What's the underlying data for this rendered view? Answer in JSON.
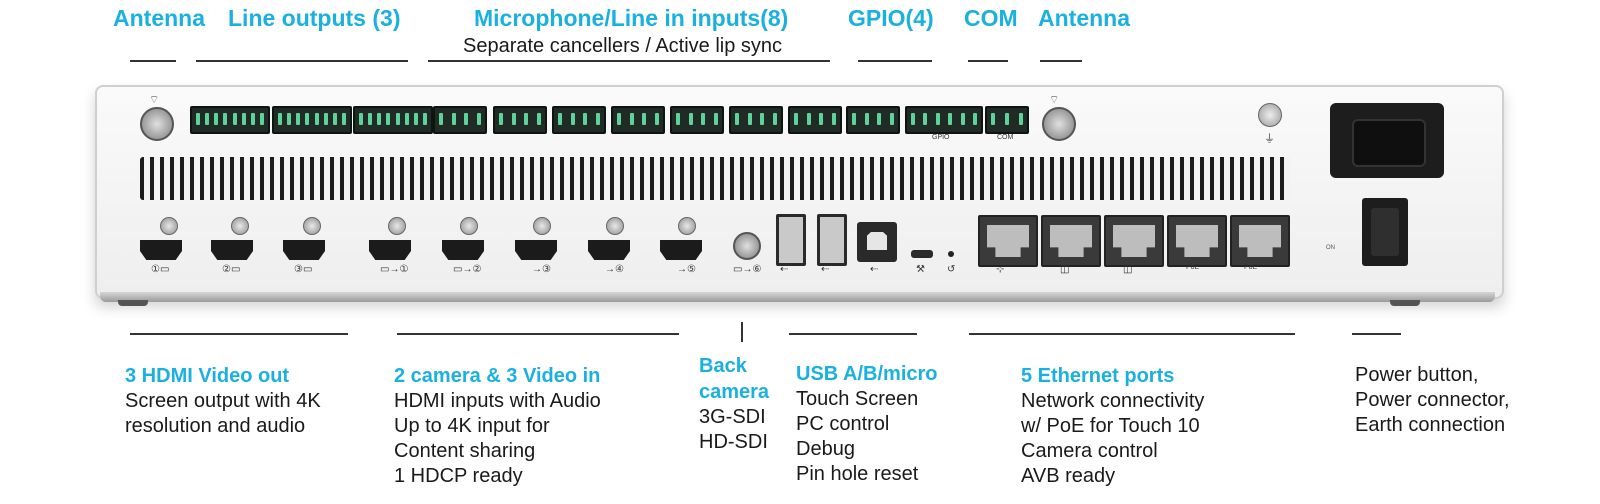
{
  "top_labels": {
    "antenna_left": "Antenna",
    "line_outputs": "Line outputs (3)",
    "mic_line_inputs": "Microphone/Line in inputs(8)",
    "mic_line_sub": "Separate cancellers / Active lip sync",
    "gpio": "GPIO(4)",
    "com": "COM",
    "antenna_right": "Antenna"
  },
  "device_labels": {
    "gpio": "GPIO",
    "com": "COM",
    "on": "ON",
    "poe": "PoE"
  },
  "callouts": {
    "hdmi_out": {
      "title": "3 HDMI Video out",
      "lines": [
        "Screen output with 4K",
        "resolution and audio"
      ]
    },
    "camera_in": {
      "title": "2 camera & 3 Video in",
      "lines": [
        "HDMI inputs with Audio",
        "Up to 4K input for",
        "Content sharing",
        "1 HDCP ready"
      ]
    },
    "back_camera": {
      "title": "Back\ncamera",
      "lines": [
        "3G-SDI",
        "HD-SDI"
      ]
    },
    "usb": {
      "title": "USB A/B/micro",
      "lines": [
        "Touch Screen",
        "PC control",
        "Debug",
        "Pin hole reset"
      ]
    },
    "ethernet": {
      "title": "5 Ethernet ports",
      "lines": [
        "Network connectivity",
        "w/ PoE for Touch 10",
        "Camera control",
        "AVB ready"
      ]
    },
    "power": {
      "lines": [
        "Power button,",
        "Power connector,",
        "Earth connection"
      ]
    }
  },
  "colors": {
    "accent": "#1ab0e0",
    "text": "#1a1a1a"
  },
  "icons": [
    "wifi-icon",
    "screw-icon",
    "power-switch-icon",
    "network-icon",
    "usb-icon"
  ]
}
